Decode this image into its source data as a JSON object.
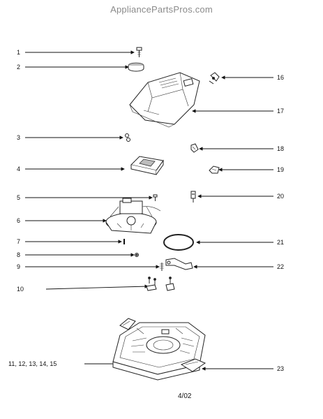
{
  "header": {
    "site_name": "AppliancePartsPros.com"
  },
  "callouts": {
    "c1": "1",
    "c2": "2",
    "c3": "3",
    "c4": "4",
    "c5": "5",
    "c6": "6",
    "c7": "7",
    "c8": "8",
    "c9": "9",
    "c10": "10",
    "c11": "11, 12, 13, 14, 15",
    "c16": "16",
    "c17": "17",
    "c18": "18",
    "c19": "19",
    "c20": "20",
    "c21": "21",
    "c22": "22",
    "c23": "23"
  },
  "footer": {
    "revision": "4/02"
  },
  "colors": {
    "line": "#111111",
    "header_text": "#8a8a8a",
    "background": "#ffffff"
  }
}
